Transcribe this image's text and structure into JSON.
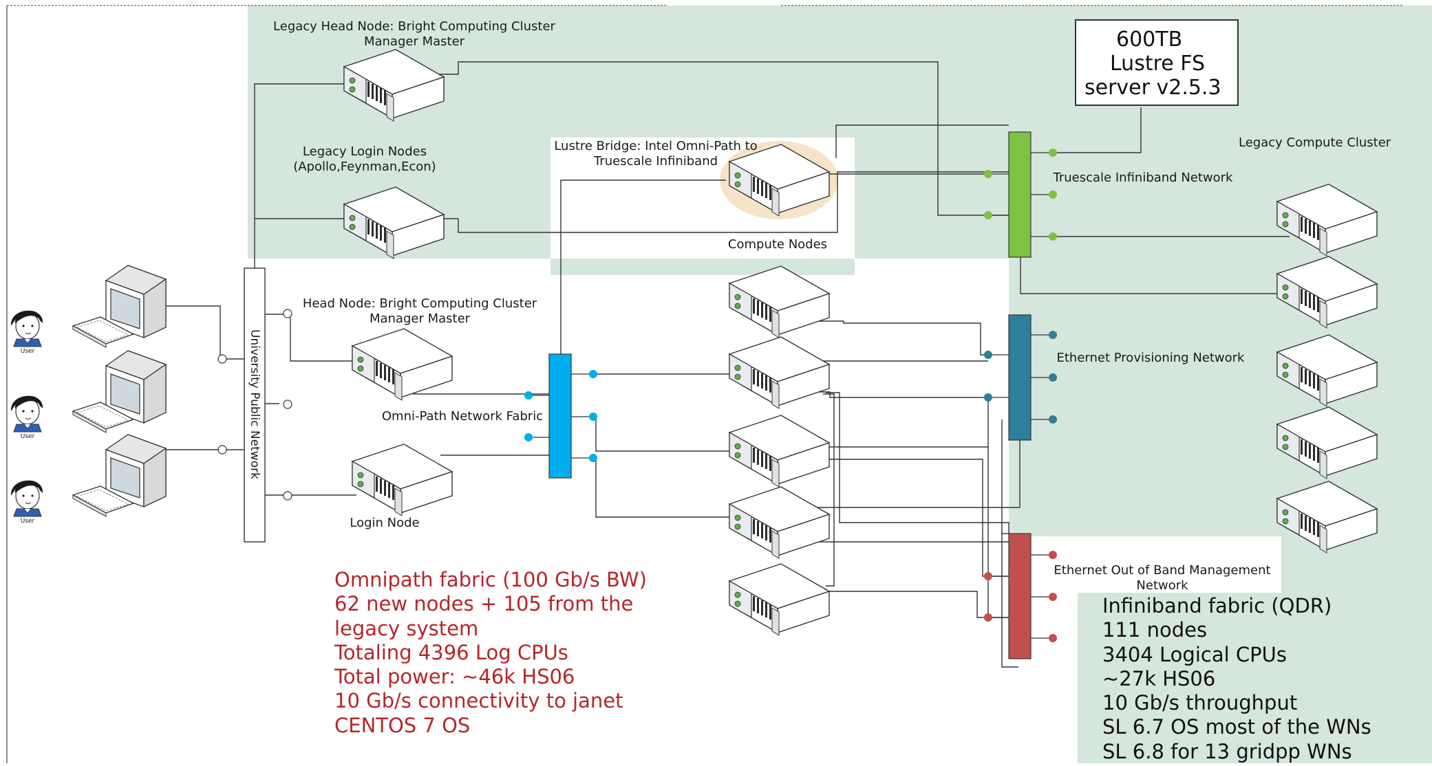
{
  "labels": {
    "legacy_head": [
      "Legacy  Head Node: Bright Computing Cluster",
      "Manager Master"
    ],
    "legacy_login": [
      "Legacy Login Nodes",
      "(Apollo,Feynman,Econ)"
    ],
    "lustre_bridge": [
      "Lustre Bridge: Intel Omni-Path to",
      "Truescale Infiniband"
    ],
    "compute_nodes": "Compute Nodes",
    "legacy_compute_cluster": "Legacy Compute Cluster",
    "truescale": "Truescale Infiniband Network",
    "head_node": [
      "Head Node: Bright Computing Cluster",
      "Manager Master"
    ],
    "omnipath_fabric": "Omni-Path Network Fabric",
    "login_node": "Login Node",
    "ethernet_provisioning": "Ethernet Provisioning Network",
    "ethernet_oob": [
      "Ethernet Out of Band Management",
      "Network"
    ],
    "university_network": "University Public Network",
    "user": "User"
  },
  "lustre_server": [
    "600TB",
    "Lustre FS",
    "server v2.5.3"
  ],
  "omnipath_notes": [
    "Omnipath fabric (100 Gb/s BW)",
    "62 new nodes + 105 from the",
    "legacy system",
    "Totaling 4396 Log CPUs",
    "Total power: ~46k HS06",
    "10 Gb/s connectivity to janet",
    "CENTOS 7 OS"
  ],
  "infiniband_notes": [
    "Infiniband fabric (QDR)",
    "111 nodes",
    "3404 Logical CPUs",
    "~27k HS06",
    "10 Gb/s throughput",
    "SL 6.7 OS most of the WNs",
    "SL 6.8 for 13 gridpp WNs"
  ],
  "colors": {
    "legacy_bg": "#d5e6dc",
    "omnipath_switch": "#00aeef",
    "truescale_switch": "#7dc242",
    "provisioning_switch": "#2e7f99",
    "oob_switch": "#c0504d",
    "notes_red": "#b5262a",
    "bridge_halo": "#f7e4c8"
  }
}
